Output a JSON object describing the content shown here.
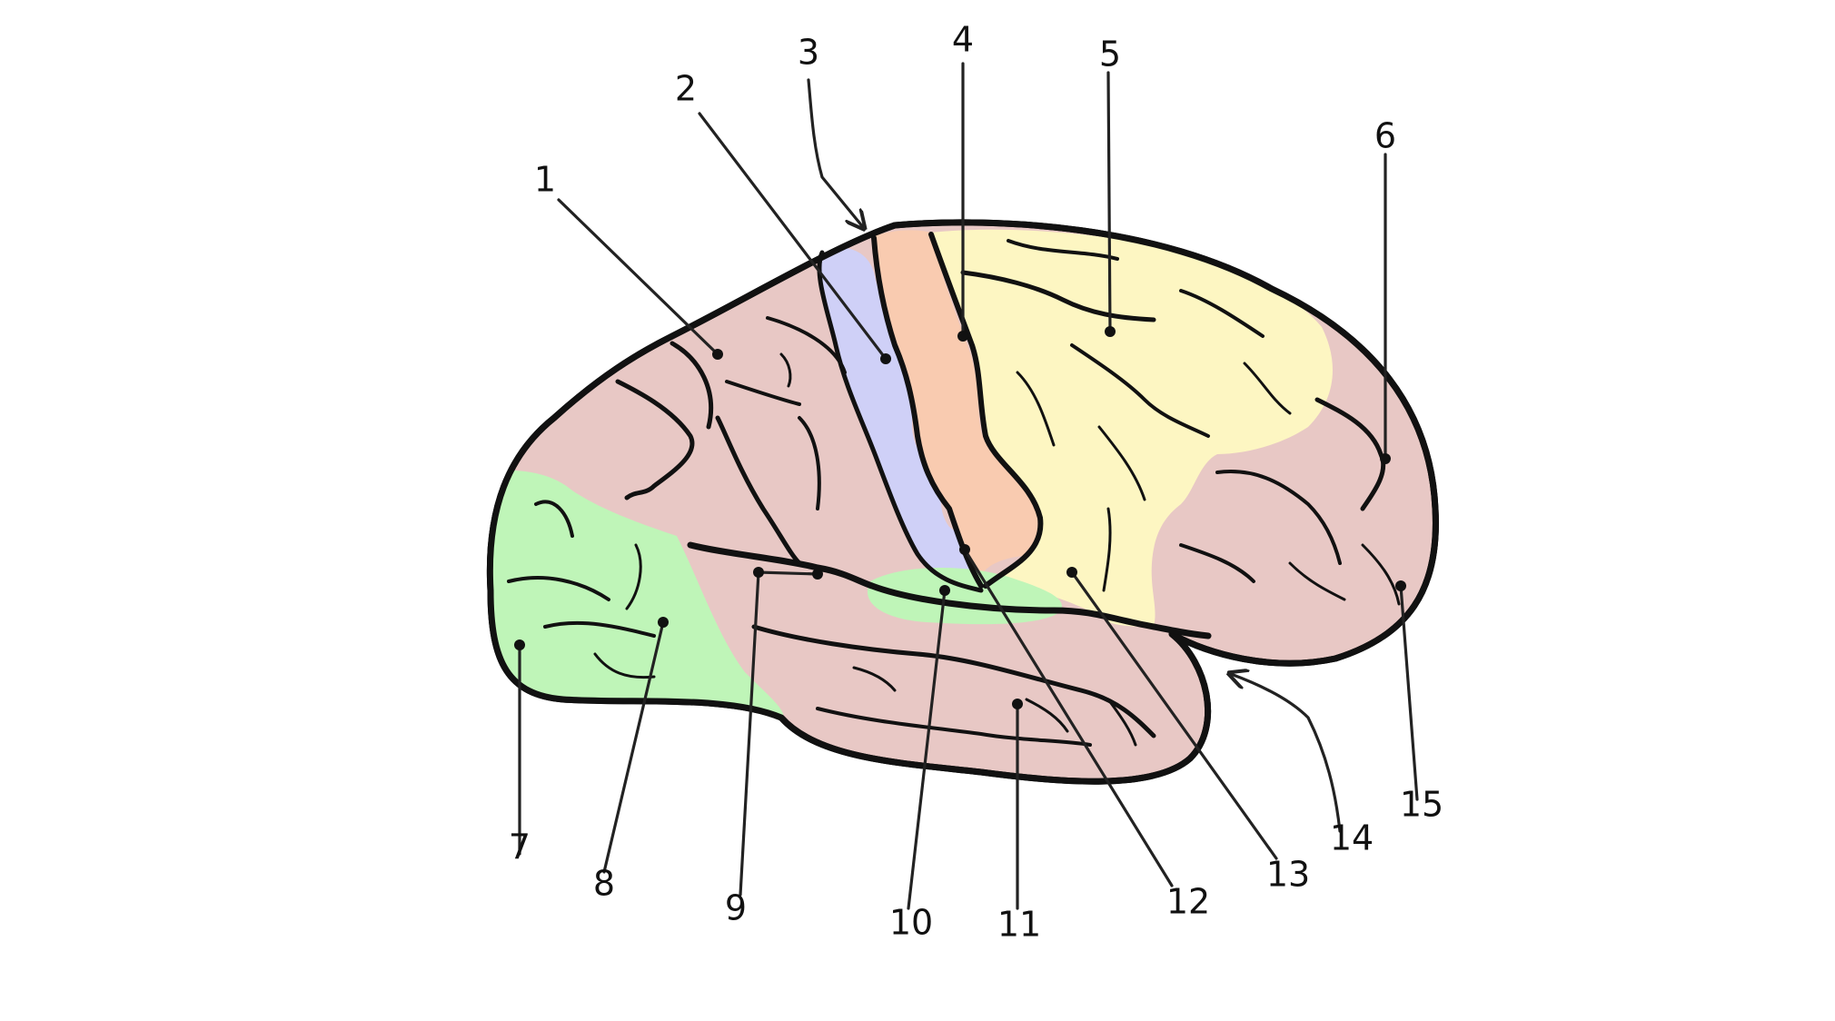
{
  "diagram": {
    "colors": {
      "background": "#ffffff",
      "outline": "#111111",
      "pink_region": "#e8c8c5",
      "green_region": "#bff5b8",
      "lavender_region": "#cfd0f7",
      "peach_region": "#f9cbb0",
      "yellow_region": "#fdf6c2"
    },
    "labels": [
      {
        "id": "1",
        "text": "1"
      },
      {
        "id": "2",
        "text": "2"
      },
      {
        "id": "3",
        "text": "3"
      },
      {
        "id": "4",
        "text": "4"
      },
      {
        "id": "5",
        "text": "5"
      },
      {
        "id": "6",
        "text": "6"
      },
      {
        "id": "7",
        "text": "7"
      },
      {
        "id": "8",
        "text": "8"
      },
      {
        "id": "9",
        "text": "9"
      },
      {
        "id": "10",
        "text": "10"
      },
      {
        "id": "11",
        "text": "11"
      },
      {
        "id": "12",
        "text": "12"
      },
      {
        "id": "13",
        "text": "13"
      },
      {
        "id": "14",
        "text": "14"
      },
      {
        "id": "15",
        "text": "15"
      }
    ]
  }
}
